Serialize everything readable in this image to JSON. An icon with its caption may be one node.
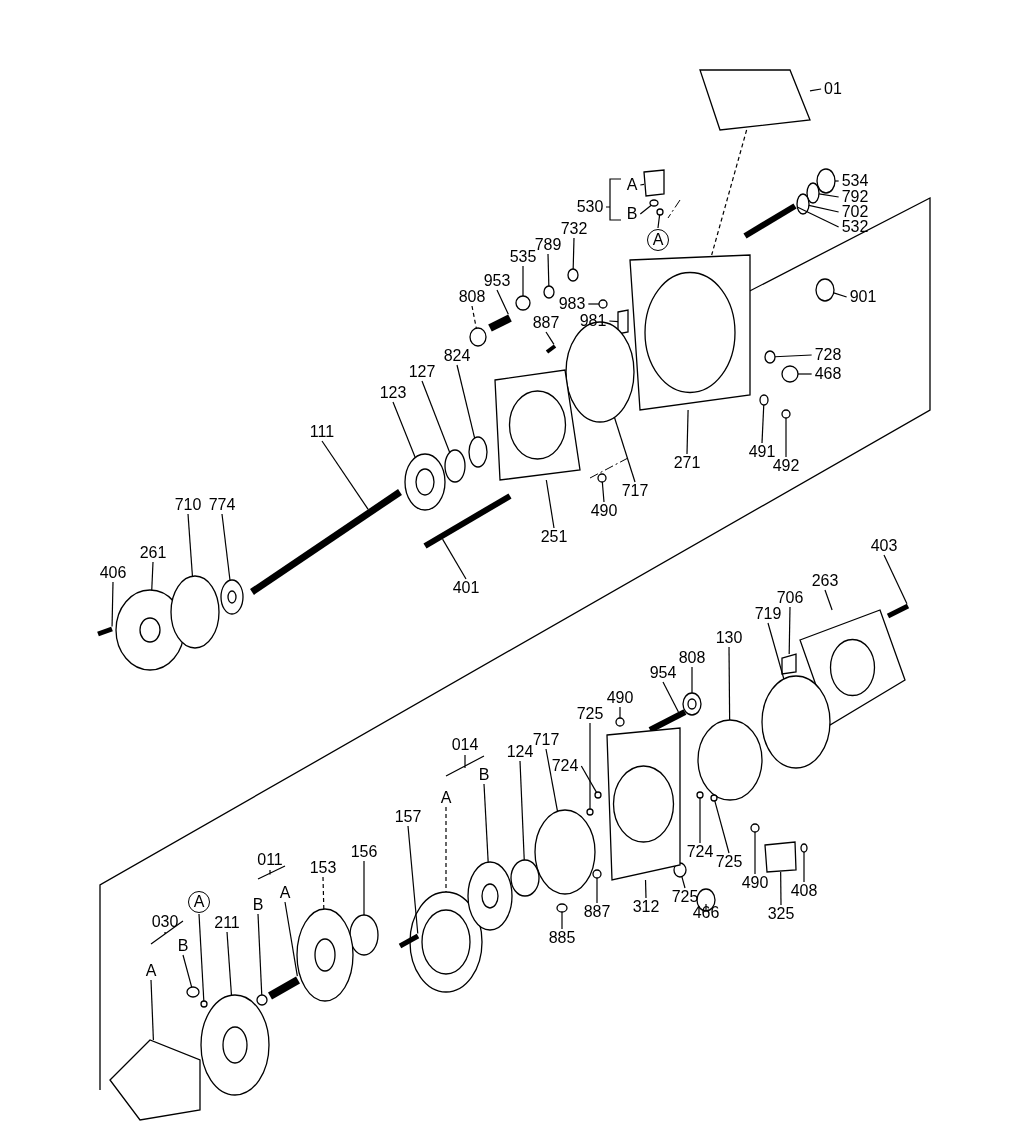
{
  "diagram": {
    "nodes": [
      {
        "text": [
          "01"
        ]
      },
      {
        "text": [
          "534"
        ]
      },
      {
        "text": [
          "792"
        ]
      },
      {
        "text": [
          "702"
        ]
      },
      {
        "text": [
          "532"
        ]
      },
      {
        "text": [
          "A"
        ]
      },
      {
        "text": [
          "B"
        ]
      },
      {
        "text": [
          "A"
        ]
      },
      {
        "text": [
          "732"
        ]
      },
      {
        "text": [
          "789"
        ]
      },
      {
        "text": [
          "535"
        ]
      },
      {
        "text": [
          "953"
        ]
      },
      {
        "text": [
          "808"
        ]
      },
      {
        "text": [
          "983"
        ]
      },
      {
        "text": [
          "981"
        ]
      },
      {
        "text": [
          "887"
        ]
      },
      {
        "text": [
          "901"
        ]
      },
      {
        "text": [
          "824"
        ]
      },
      {
        "text": [
          "127"
        ]
      },
      {
        "text": [
          "123"
        ]
      },
      {
        "text": [
          "111"
        ]
      },
      {
        "text": [
          "728"
        ]
      },
      {
        "text": [
          "468"
        ]
      },
      {
        "text": [
          "491"
        ]
      },
      {
        "text": [
          "492"
        ]
      },
      {
        "text": [
          "271"
        ]
      },
      {
        "text": [
          "717"
        ]
      },
      {
        "text": [
          "490"
        ]
      },
      {
        "text": [
          "251"
        ]
      },
      {
        "text": [
          "401"
        ]
      },
      {
        "text": [
          "406"
        ]
      },
      {
        "text": [
          "261"
        ]
      },
      {
        "text": [
          "710"
        ]
      },
      {
        "text": [
          "774"
        ]
      },
      {
        "text": [
          "403"
        ]
      },
      {
        "text": [
          "263"
        ]
      },
      {
        "text": [
          "706"
        ]
      },
      {
        "text": [
          "719"
        ]
      },
      {
        "text": [
          "808"
        ]
      },
      {
        "text": [
          "130"
        ]
      },
      {
        "text": [
          "954"
        ]
      },
      {
        "text": [
          "490"
        ]
      },
      {
        "text": [
          "725"
        ]
      },
      {
        "text": [
          "717"
        ]
      },
      {
        "text": [
          "124"
        ]
      },
      {
        "text": [
          "724"
        ]
      },
      {
        "text": [
          "A"
        ]
      },
      {
        "text": [
          "B"
        ]
      },
      {
        "text": [
          "157"
        ]
      },
      {
        "text": [
          "156"
        ]
      },
      {
        "text": [
          "153"
        ]
      },
      {
        "text": [
          "B"
        ]
      },
      {
        "text": [
          "A"
        ]
      },
      {
        "text": [
          "A"
        ]
      },
      {
        "text": [
          "B"
        ]
      },
      {
        "text": [
          "A"
        ]
      },
      {
        "text": [
          "211"
        ]
      },
      {
        "text": [
          "724"
        ]
      },
      {
        "text": [
          "725"
        ]
      },
      {
        "text": [
          "725"
        ]
      },
      {
        "text": [
          "466"
        ]
      },
      {
        "text": [
          "490"
        ]
      },
      {
        "text": [
          "408"
        ]
      },
      {
        "text": [
          "325"
        ]
      },
      {
        "text": [
          "312"
        ]
      },
      {
        "text": [
          "887"
        ]
      },
      {
        "text": [
          "885"
        ]
      },
      {
        "text": [],
        "shape": "box"
      },
      {
        "text": [],
        "shape": "circle"
      },
      {
        "text": [],
        "shape": "circle"
      },
      {
        "text": [],
        "shape": "circle"
      },
      {
        "text": [],
        "shape": "bar"
      },
      {
        "text": [],
        "shape": "box"
      },
      {
        "text": [],
        "shape": "circle"
      },
      {
        "text": [],
        "shape": "circle"
      },
      {
        "text": [],
        "shape": "circle"
      },
      {
        "text": [],
        "shape": "circle"
      },
      {
        "text": [],
        "shape": "circle"
      },
      {
        "text": [],
        "shape": "bar"
      },
      {
        "text": [],
        "shape": "circle"
      },
      {
        "text": [],
        "shape": "circle"
      },
      {
        "text": [],
        "shape": "box"
      },
      {
        "text": [],
        "shape": "bar"
      },
      {
        "text": [],
        "shape": "circle"
      },
      {
        "text": [],
        "shape": "circle"
      },
      {
        "text": [],
        "shape": "circle"
      },
      {
        "text": [],
        "shape": "circle"
      },
      {
        "text": [],
        "shape": "bar"
      },
      {
        "text": [],
        "shape": "circle"
      },
      {
        "text": [],
        "shape": "circle"
      },
      {
        "text": [],
        "shape": "circle"
      },
      {
        "text": [],
        "shape": "circle"
      },
      {
        "text": [],
        "shape": "box"
      },
      {
        "text": [],
        "shape": "circle"
      },
      {
        "text": [],
        "shape": "circle"
      },
      {
        "text": [],
        "shape": "box"
      },
      {
        "text": [],
        "shape": "bar"
      },
      {
        "text": [],
        "shape": "bar"
      },
      {
        "text": [],
        "shape": "circle"
      },
      {
        "text": [],
        "shape": "circle"
      },
      {
        "text": [],
        "shape": "circle"
      },
      {
        "text": [],
        "shape": "bar"
      },
      {
        "text": [],
        "shape": "box"
      },
      {
        "text": [],
        "shape": "box"
      },
      {
        "text": [],
        "shape": "circle"
      },
      {
        "text": [],
        "shape": "circle"
      },
      {
        "text": [],
        "shape": "circle"
      },
      {
        "text": [],
        "shape": "bar"
      },
      {
        "text": [],
        "shape": "circle"
      },
      {
        "text": [],
        "shape": "circle"
      },
      {
        "text": [],
        "shape": "circle"
      },
      {
        "text": [],
        "shape": "circle"
      },
      {
        "text": [],
        "shape": "circle"
      },
      {
        "text": [],
        "shape": "circle"
      },
      {
        "text": [],
        "shape": "circle"
      },
      {
        "text": [],
        "shape": "bar"
      },
      {
        "text": [],
        "shape": "circle"
      },
      {
        "text": [],
        "shape": "circle"
      },
      {
        "text": [],
        "shape": "circle"
      },
      {
        "text": [],
        "shape": "bar"
      },
      {
        "text": [],
        "shape": "box"
      },
      {
        "text": [],
        "shape": "circle"
      },
      {
        "text": [],
        "shape": "circle"
      },
      {
        "text": [],
        "shape": "circle"
      },
      {
        "text": [],
        "shape": "circle"
      },
      {
        "text": [],
        "shape": "circle"
      },
      {
        "text": [],
        "shape": "circle"
      },
      {
        "text": [],
        "shape": "circle"
      },
      {
        "text": [],
        "shape": "circle"
      },
      {
        "text": [],
        "shape": "circle"
      },
      {
        "text": [],
        "shape": "box"
      },
      {
        "text": [],
        "shape": "box"
      },
      {
        "text": [],
        "shape": "circle"
      },
      {
        "text": [],
        "shape": "circle"
      }
    ],
    "edges": [
      {
        "from": 0,
        "to": 67,
        "arrow": "none"
      },
      {
        "from": 1,
        "to": 68,
        "arrow": "none"
      },
      {
        "from": 2,
        "to": 69,
        "arrow": "none"
      },
      {
        "from": 3,
        "to": 70,
        "arrow": "none"
      },
      {
        "from": 4,
        "to": 71,
        "arrow": "none"
      },
      {
        "from": 5,
        "to": 72,
        "arrow": "none"
      },
      {
        "from": 6,
        "to": 73,
        "arrow": "none"
      },
      {
        "from": 7,
        "to": 74,
        "arrow": "none"
      },
      {
        "from": 8,
        "to": 75,
        "arrow": "none"
      },
      {
        "from": 9,
        "to": 76,
        "arrow": "none"
      },
      {
        "from": 10,
        "to": 77,
        "arrow": "none"
      },
      {
        "from": 11,
        "to": 78,
        "arrow": "none"
      },
      {
        "from": 12,
        "to": 79,
        "arrow": "none",
        "style": "dashed"
      },
      {
        "from": 13,
        "to": 80,
        "arrow": "none"
      },
      {
        "from": 14,
        "to": 81,
        "arrow": "none"
      },
      {
        "from": 15,
        "to": 82,
        "arrow": "none"
      },
      {
        "from": 16,
        "to": 83,
        "arrow": "none"
      },
      {
        "from": 17,
        "to": 84,
        "arrow": "none"
      },
      {
        "from": 18,
        "to": 85,
        "arrow": "none"
      },
      {
        "from": 19,
        "to": 86,
        "arrow": "none"
      },
      {
        "from": 20,
        "to": 87,
        "arrow": "none"
      },
      {
        "from": 21,
        "to": 88,
        "arrow": "none"
      },
      {
        "from": 22,
        "to": 89,
        "arrow": "none"
      },
      {
        "from": 23,
        "to": 90,
        "arrow": "none"
      },
      {
        "from": 24,
        "to": 91,
        "arrow": "none"
      },
      {
        "from": 25,
        "to": 92,
        "arrow": "none"
      },
      {
        "from": 26,
        "to": 93,
        "arrow": "none"
      },
      {
        "from": 27,
        "to": 94,
        "arrow": "none"
      },
      {
        "from": 28,
        "to": 95,
        "arrow": "none"
      },
      {
        "from": 29,
        "to": 96,
        "arrow": "none"
      },
      {
        "from": 30,
        "to": 97,
        "arrow": "none"
      },
      {
        "from": 31,
        "to": 98,
        "arrow": "none"
      },
      {
        "from": 32,
        "to": 99,
        "arrow": "none"
      },
      {
        "from": 33,
        "to": 100,
        "arrow": "none"
      },
      {
        "from": 34,
        "to": 101,
        "arrow": "none"
      },
      {
        "from": 35,
        "to": 102,
        "arrow": "none"
      },
      {
        "from": 36,
        "to": 103,
        "arrow": "none"
      },
      {
        "from": 37,
        "to": 104,
        "arrow": "none"
      },
      {
        "from": 38,
        "to": 105,
        "arrow": "none"
      },
      {
        "from": 39,
        "to": 106,
        "arrow": "none"
      },
      {
        "from": 40,
        "to": 107,
        "arrow": "none"
      },
      {
        "from": 41,
        "to": 108,
        "arrow": "none"
      },
      {
        "from": 42,
        "to": 109,
        "arrow": "none"
      },
      {
        "from": 43,
        "to": 110,
        "arrow": "none"
      },
      {
        "from": 44,
        "to": 111,
        "arrow": "none"
      },
      {
        "from": 45,
        "to": 112,
        "arrow": "none"
      },
      {
        "from": 46,
        "to": 113,
        "arrow": "none",
        "style": "dashed"
      },
      {
        "from": 47,
        "to": 114,
        "arrow": "none"
      },
      {
        "from": 48,
        "to": 115,
        "arrow": "none"
      },
      {
        "from": 49,
        "to": 116,
        "arrow": "none"
      },
      {
        "from": 50,
        "to": 117,
        "arrow": "none",
        "style": "dashed"
      },
      {
        "from": 51,
        "to": 118,
        "arrow": "none"
      },
      {
        "from": 52,
        "to": 119,
        "arrow": "none"
      },
      {
        "from": 53,
        "to": 120,
        "arrow": "none"
      },
      {
        "from": 54,
        "to": 121,
        "arrow": "none"
      },
      {
        "from": 55,
        "to": 122,
        "arrow": "none"
      },
      {
        "from": 56,
        "to": 123,
        "arrow": "none"
      },
      {
        "from": 57,
        "to": 124,
        "arrow": "none"
      },
      {
        "from": 58,
        "to": 125,
        "arrow": "none"
      },
      {
        "from": 59,
        "to": 126,
        "arrow": "none"
      },
      {
        "from": 60,
        "to": 127,
        "arrow": "none"
      },
      {
        "from": 61,
        "to": 128,
        "arrow": "none"
      },
      {
        "from": 62,
        "to": 129,
        "arrow": "none"
      },
      {
        "from": 63,
        "to": 130,
        "arrow": "none"
      },
      {
        "from": 64,
        "to": 131,
        "arrow": "none"
      },
      {
        "from": 65,
        "to": 132,
        "arrow": "none"
      },
      {
        "from": 66,
        "to": 133,
        "arrow": "none"
      },
      {
        "from": 67,
        "to": 92,
        "arrow": "none",
        "style": "dashed"
      }
    ],
    "labels": [
      "530",
      "014",
      "011",
      "030"
    ]
  }
}
